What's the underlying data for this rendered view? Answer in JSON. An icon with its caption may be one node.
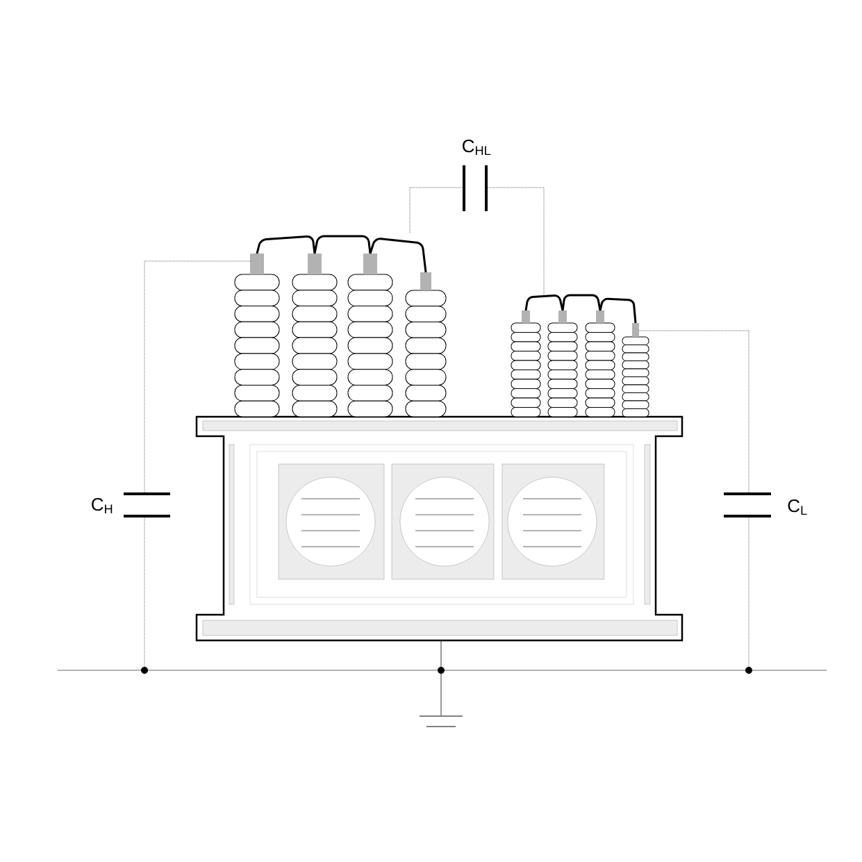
{
  "diagram": {
    "labels": [
      "C$_{HL}$",
      "C$_{H}$",
      "C$_{L}$"
    ]
  }
}
